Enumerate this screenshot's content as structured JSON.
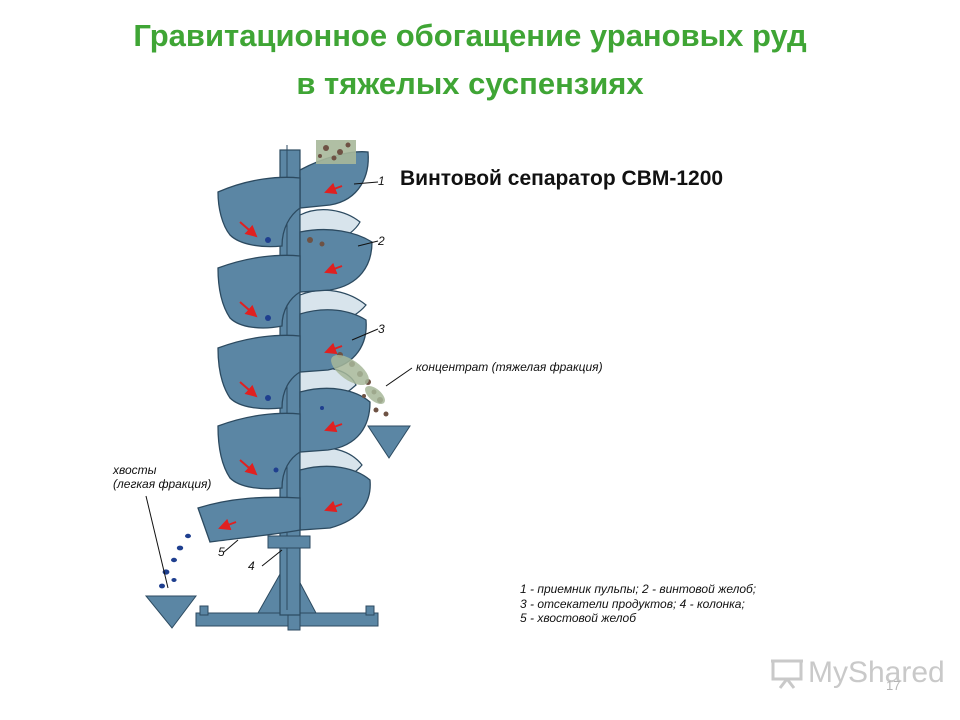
{
  "title": {
    "line1": "Гравитационное обогащение урановых руд",
    "line2": "в тяжелых суспензиях"
  },
  "diagram": {
    "heading": "Винтовой сепаратор СВМ-1200",
    "callouts": [
      "1",
      "2",
      "3",
      "4",
      "5"
    ],
    "concentrate_label": "концентрат (тяжелая фракция)",
    "tailings_label_line1": "хвосты",
    "tailings_label_line2": "(легкая фракция)",
    "legend": [
      "1 - приемник пульпы;  2 - винтовой желоб;",
      "3 - отсекатели продуктов; 4 - колонка;",
      "5 - хвостовой желоб"
    ],
    "colors": {
      "trough": "#5b86a4",
      "trough_dark": "#3f6784",
      "inner": "#d8e4ec",
      "heavy": "#6e5244",
      "light": "#1f3f8f",
      "arrow": "#e02020",
      "title": "#3fa535"
    }
  },
  "footer": {
    "logo_text": "MyShared",
    "page_number": "17"
  }
}
